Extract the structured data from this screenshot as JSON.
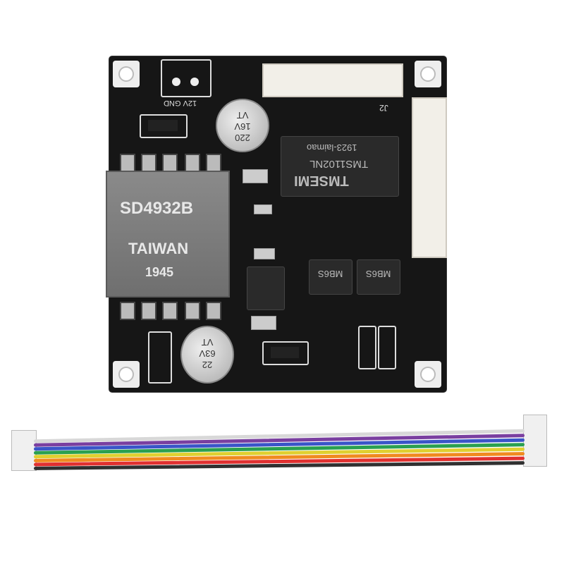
{
  "board": {
    "power_label": "12V GND",
    "connector_label": "J2",
    "cap_top": {
      "value": "220",
      "voltage": "16V",
      "series": "VT"
    },
    "cap_bottom": {
      "value": "22",
      "voltage": "63V",
      "series": "VT"
    },
    "transformer": {
      "part": "SD4932B",
      "origin": "TAIWAN",
      "date": "1945"
    },
    "chip": {
      "brand": "TMSEMI",
      "part": "TMS1102NL",
      "code": "1923-laimao"
    },
    "bridge_left": "MB6S",
    "bridge_right": "MB6S"
  },
  "cable": {
    "colors": [
      "#d8d8d8",
      "#7a3fa0",
      "#3a55c8",
      "#2aa050",
      "#e0d030",
      "#f08a20",
      "#e03030",
      "#303030"
    ]
  }
}
